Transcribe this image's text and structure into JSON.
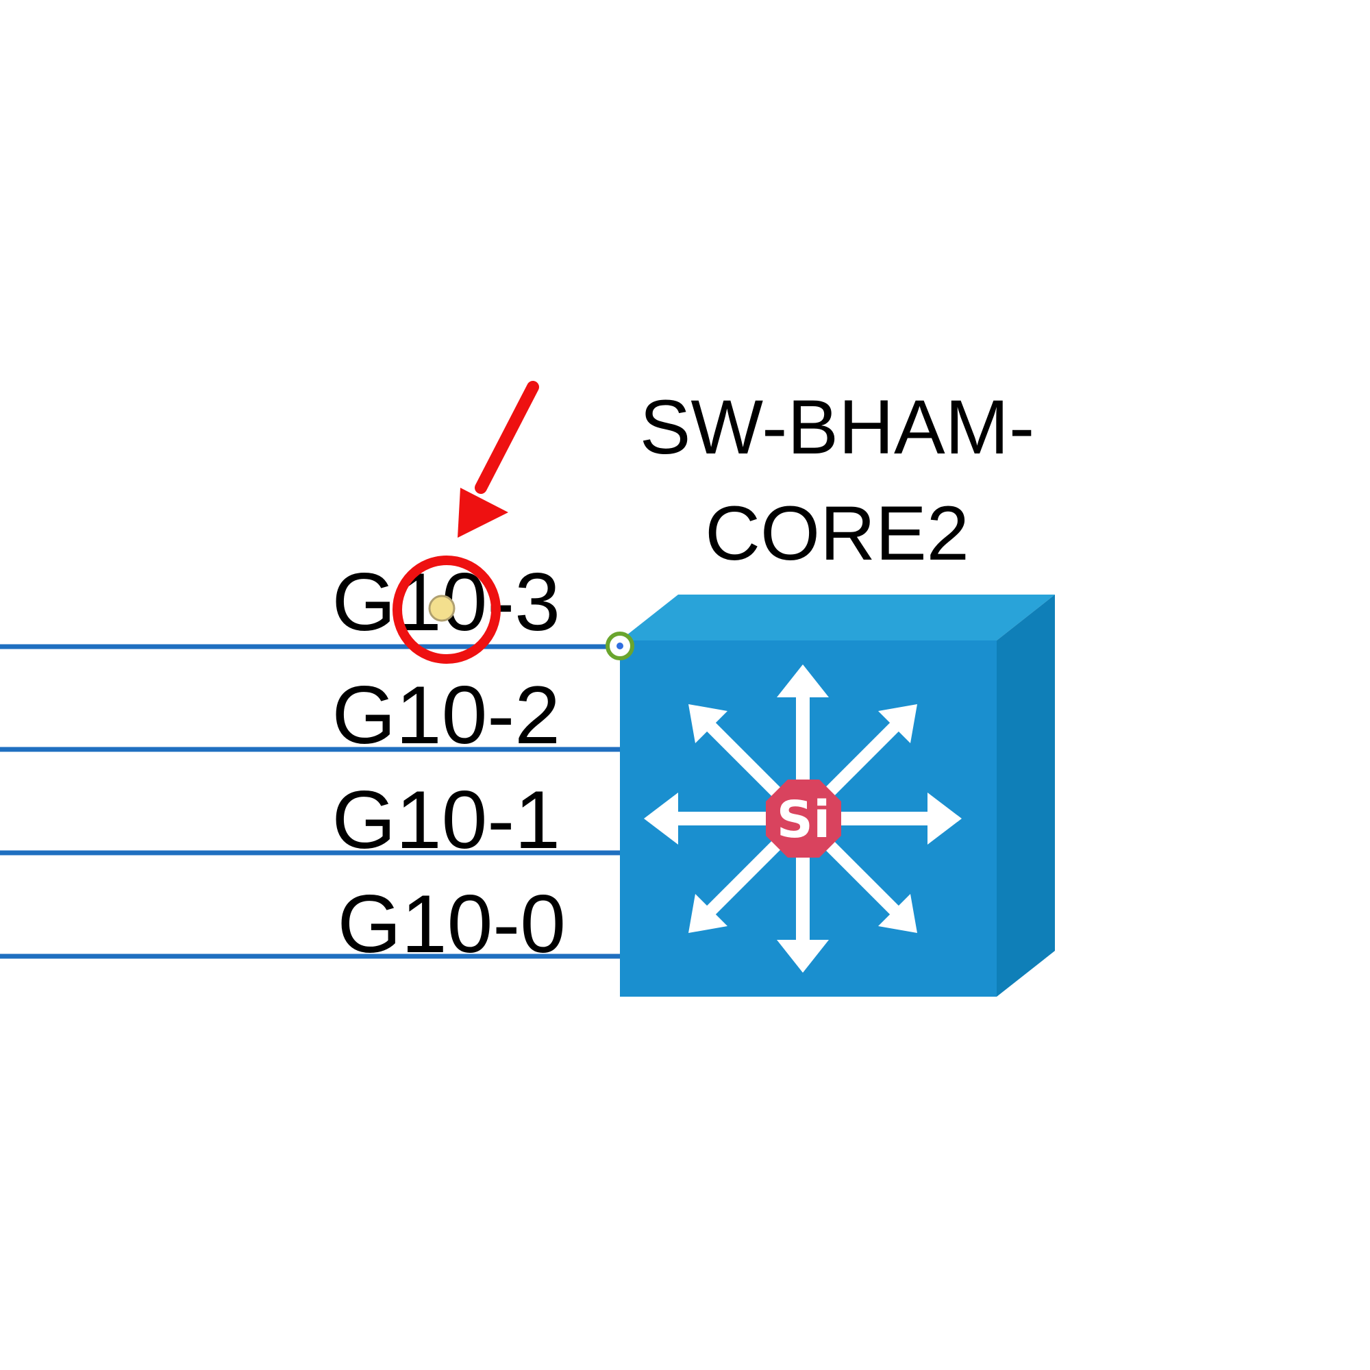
{
  "device": {
    "name_line1": "SW-BHAM-",
    "name_line2": "CORE2",
    "badge": "Si",
    "icon": "layer3-switch-icon",
    "colors": {
      "front": "#1a8fcf",
      "top": "#29a3d9",
      "side": "#0f7fb8",
      "badge": "#d9435e",
      "arrows": "#ffffff"
    }
  },
  "ports": [
    {
      "label": "G10-3",
      "selected": true
    },
    {
      "label": "G10-2",
      "selected": false
    },
    {
      "label": "G10-1",
      "selected": false
    },
    {
      "label": "G10-0",
      "selected": false
    }
  ],
  "link_color": "#1f6fc0",
  "annotation": {
    "arrow_color": "#ee1111",
    "circle_color": "#ee1111",
    "marker_color": "#f3df8e",
    "target": "G10-3"
  }
}
